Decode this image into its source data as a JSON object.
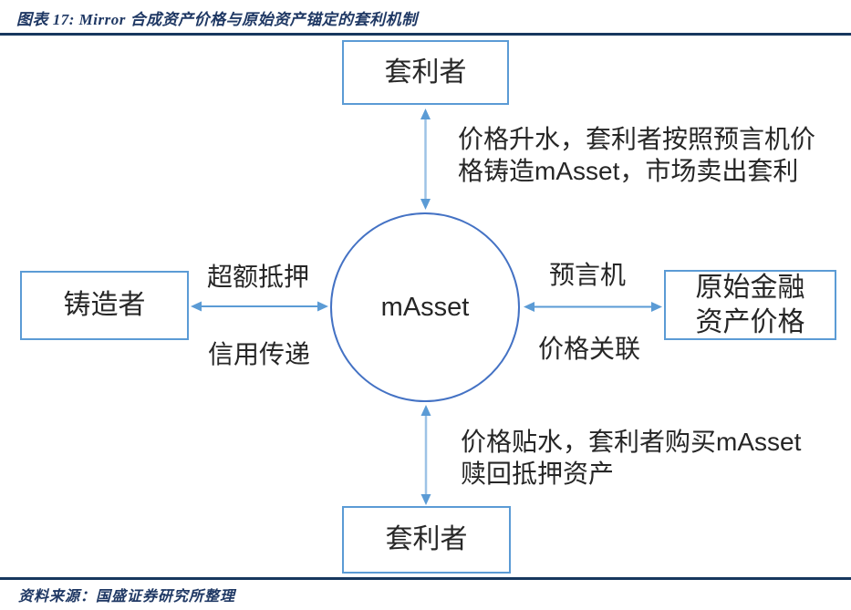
{
  "colors": {
    "navy": "#1F3864",
    "rule": "#17375E",
    "box-border": "#5B9BD5",
    "circle-border": "#4472C4",
    "arrow": "#5B9BD5",
    "arrow-light": "#9DC3E6",
    "ink": "#262626"
  },
  "header": {
    "title": "图表 17:  Mirror 合成资产价格与原始资产锚定的套利机制"
  },
  "diagram": {
    "center": {
      "label": "mAsset"
    },
    "nodes": {
      "top": {
        "label": "套利者"
      },
      "bottom": {
        "label": "套利者"
      },
      "left": {
        "label": "铸造者"
      },
      "right": {
        "label": "原始金融\n资产价格"
      }
    },
    "edge_labels": {
      "left_top": "超额抵押",
      "left_bottom": "信用传递",
      "right_top": "预言机",
      "right_bottom": "价格关联"
    },
    "annotations": {
      "top": "价格升水，套利者按照预言机价\n格铸造mAsset，市场卖出套利",
      "bottom": "价格贴水，套利者购买mAsset\n赎回抵押资产"
    }
  },
  "footer": {
    "source": "资料来源：国盛证券研究所整理"
  }
}
